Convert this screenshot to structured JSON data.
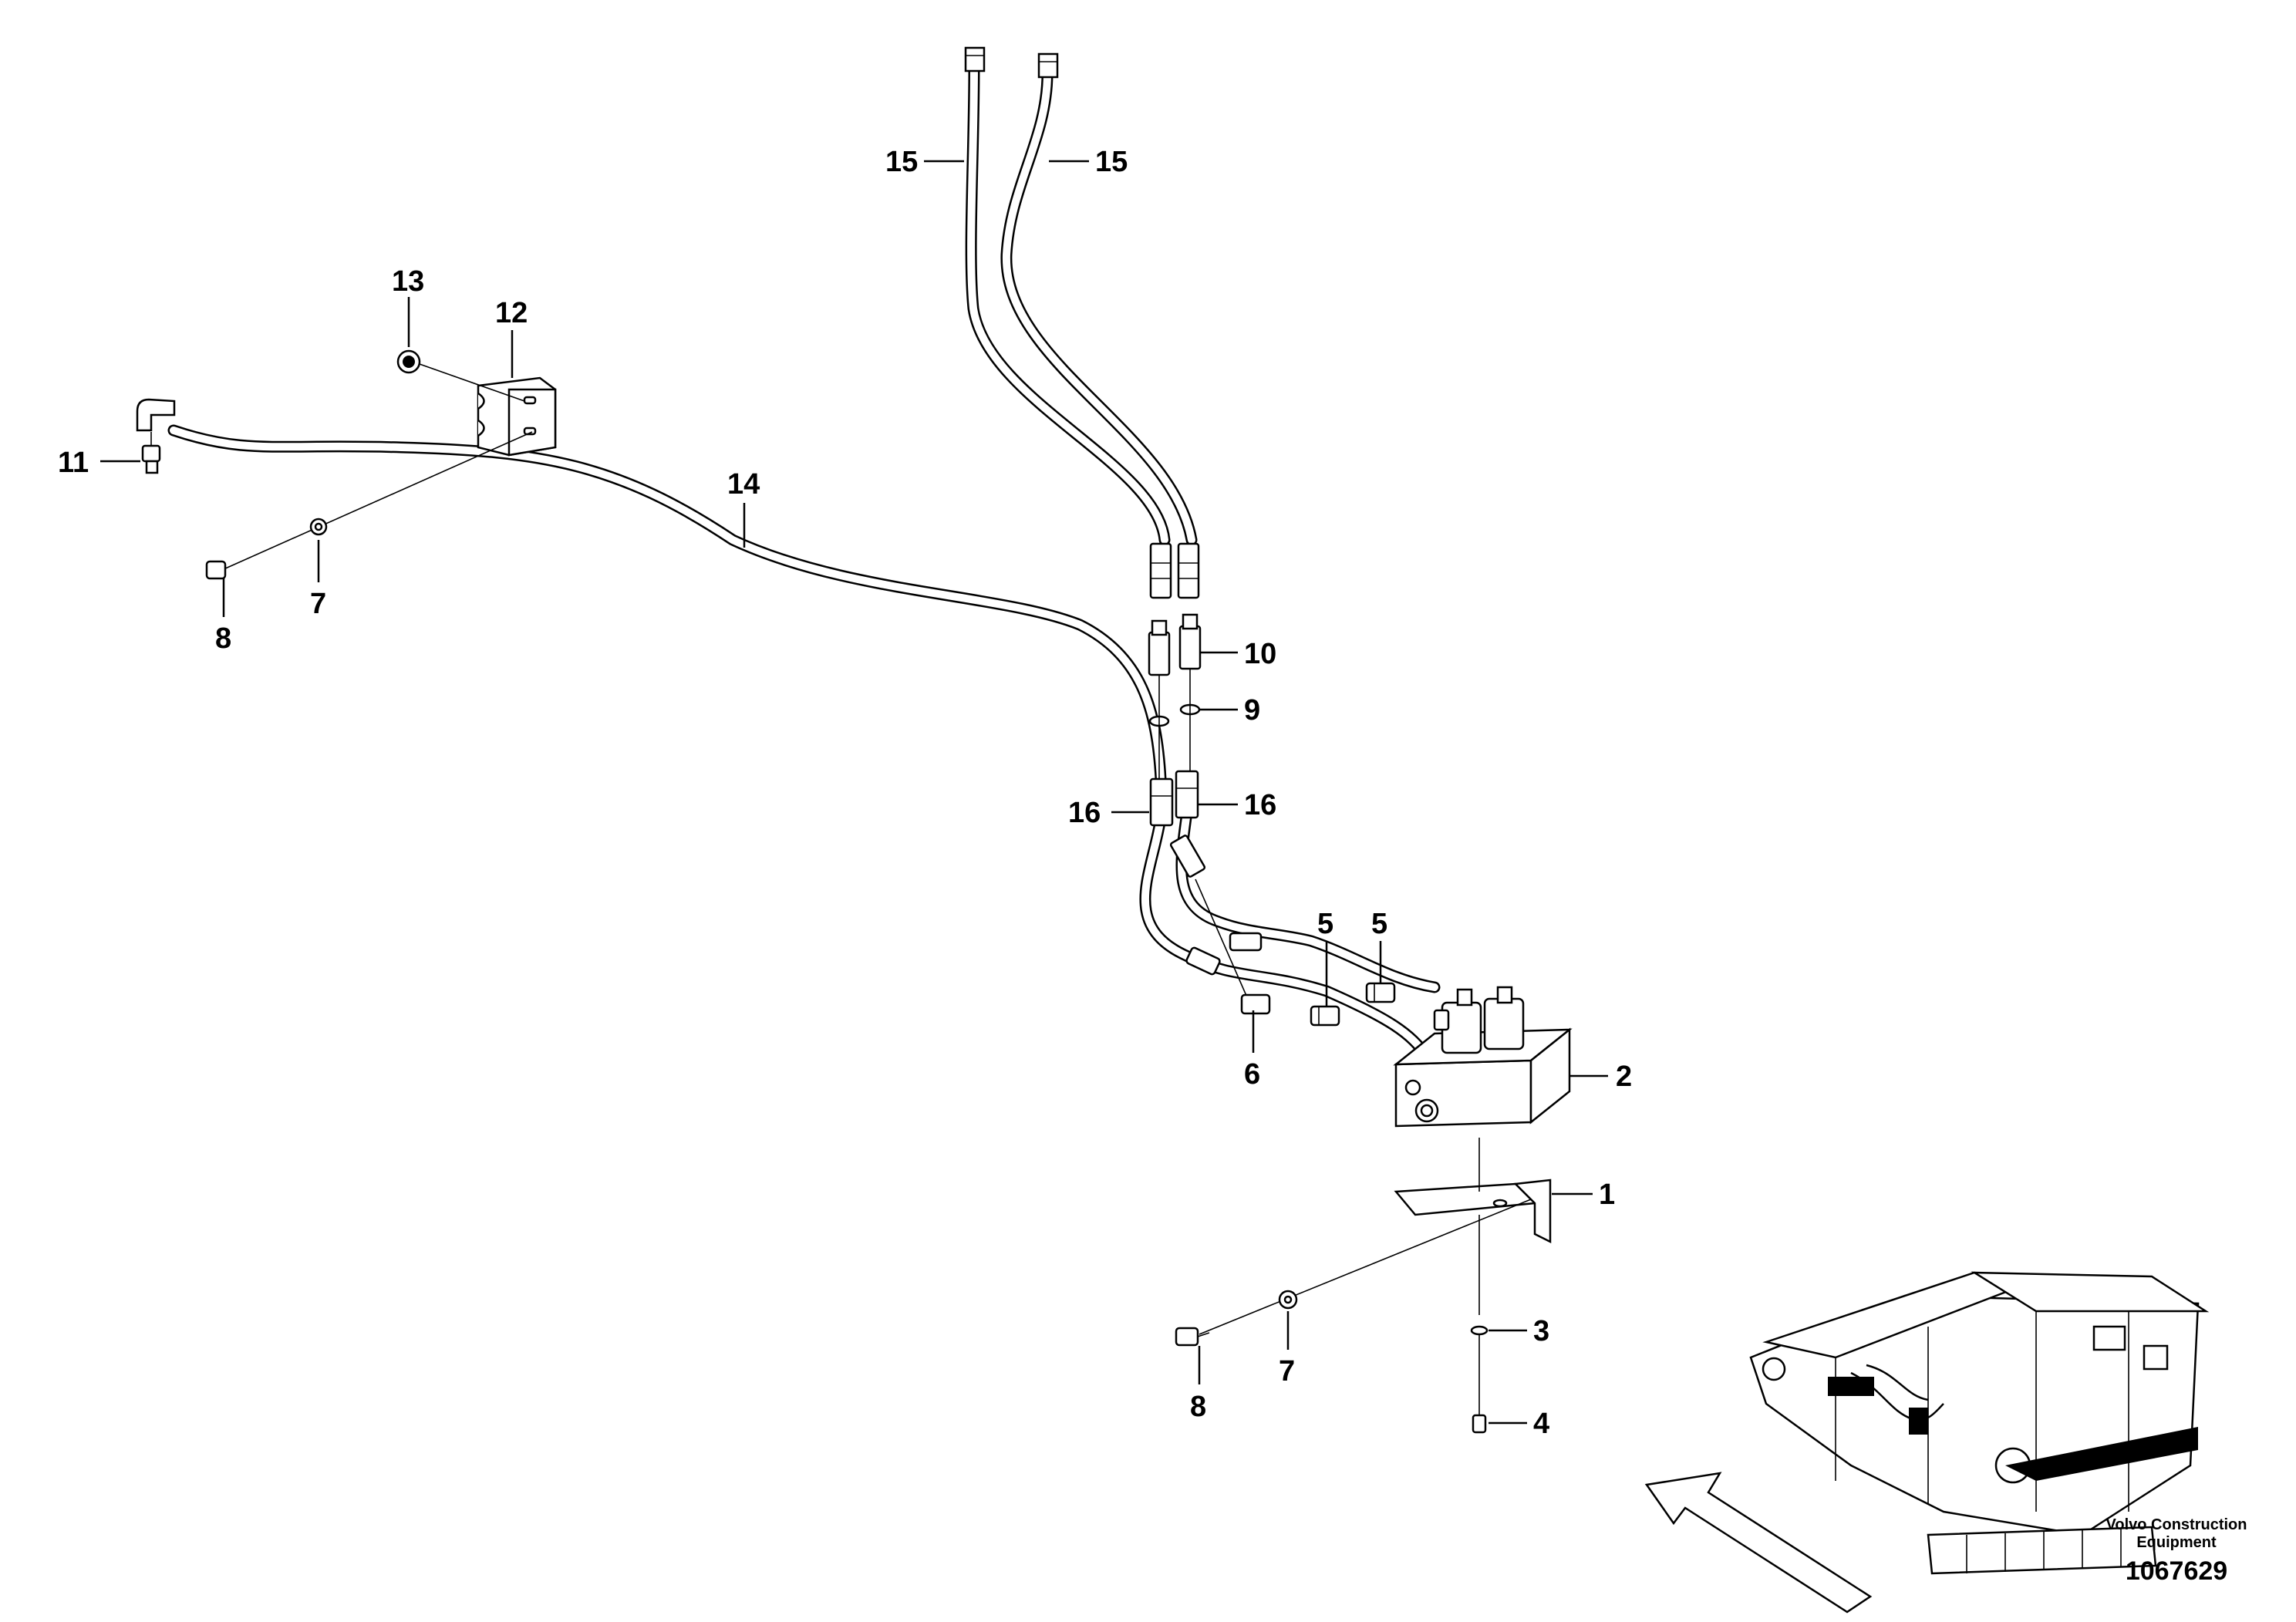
{
  "diagram": {
    "part_numbers": {
      "p1": "1",
      "p2": "2",
      "p3": "3",
      "p4": "4",
      "p5a": "5",
      "p5b": "5",
      "p6": "6",
      "p7a": "7",
      "p7b": "7",
      "p8a": "8",
      "p8b": "8",
      "p9": "9",
      "p10": "10",
      "p11": "11",
      "p12": "12",
      "p13": "13",
      "p14": "14",
      "p15a": "15",
      "p15b": "15",
      "p16a": "16",
      "p16b": "16"
    },
    "credit_line1": "Volvo Construction",
    "credit_line2": "Equipment",
    "document_number": "1067629"
  }
}
